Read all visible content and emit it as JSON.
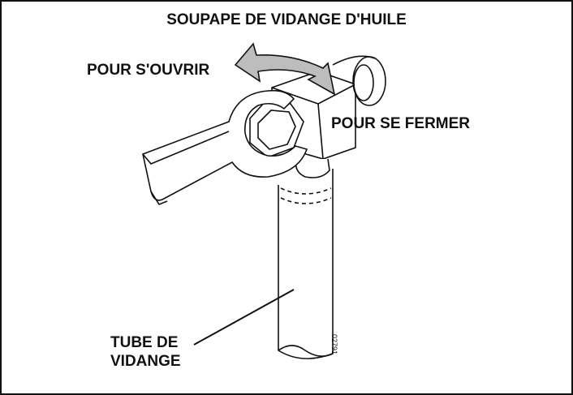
{
  "title": "SOUPAPE DE VIDANGE D'HUILE",
  "labels": {
    "open": "POUR S'OUVRIR",
    "close": "POUR SE FERMER",
    "tube_line1": "TUBE DE",
    "tube_line2": "VIDANGE"
  },
  "figure_code": "02791",
  "colors": {
    "line": "#111111",
    "arrow_fill": "#bdbdbd",
    "background": "#ffffff"
  }
}
